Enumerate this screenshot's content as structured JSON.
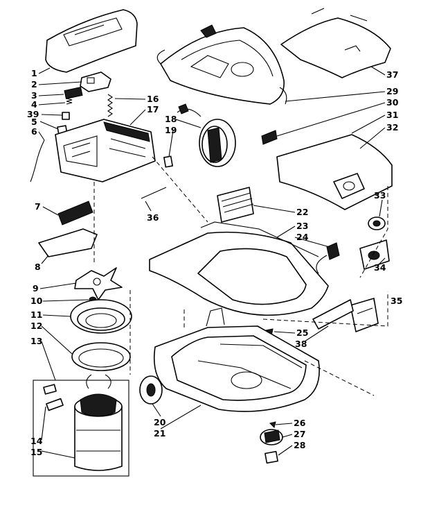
{
  "callouts": [
    {
      "id": "c1",
      "text": "1"
    },
    {
      "id": "c2",
      "text": "2"
    },
    {
      "id": "c3",
      "text": "3"
    },
    {
      "id": "c4",
      "text": "4"
    },
    {
      "id": "c39",
      "text": "39"
    },
    {
      "id": "c5",
      "text": "5"
    },
    {
      "id": "c6",
      "text": "6"
    },
    {
      "id": "c7",
      "text": "7"
    },
    {
      "id": "c8",
      "text": "8"
    },
    {
      "id": "c9",
      "text": "9"
    },
    {
      "id": "c10",
      "text": "10"
    },
    {
      "id": "c11",
      "text": "11"
    },
    {
      "id": "c12",
      "text": "12"
    },
    {
      "id": "c13",
      "text": "13"
    },
    {
      "id": "c14",
      "text": "14"
    },
    {
      "id": "c15",
      "text": "15"
    },
    {
      "id": "c16",
      "text": "16"
    },
    {
      "id": "c17",
      "text": "17"
    },
    {
      "id": "c18",
      "text": "18"
    },
    {
      "id": "c19",
      "text": "19"
    },
    {
      "id": "c36",
      "text": "36"
    },
    {
      "id": "c37",
      "text": "37"
    },
    {
      "id": "c29",
      "text": "29"
    },
    {
      "id": "c30",
      "text": "30"
    },
    {
      "id": "c31",
      "text": "31"
    },
    {
      "id": "c32",
      "text": "32"
    },
    {
      "id": "c22",
      "text": "22"
    },
    {
      "id": "c23",
      "text": "23"
    },
    {
      "id": "c24",
      "text": "24"
    },
    {
      "id": "c33",
      "text": "33"
    },
    {
      "id": "c34",
      "text": "34"
    },
    {
      "id": "c35",
      "text": "35"
    },
    {
      "id": "c25",
      "text": "25"
    },
    {
      "id": "c38",
      "text": "38"
    },
    {
      "id": "c20",
      "text": "20"
    },
    {
      "id": "c21",
      "text": "21"
    },
    {
      "id": "c26",
      "text": "26"
    },
    {
      "id": "c27",
      "text": "27"
    },
    {
      "id": "c28",
      "text": "28"
    }
  ]
}
